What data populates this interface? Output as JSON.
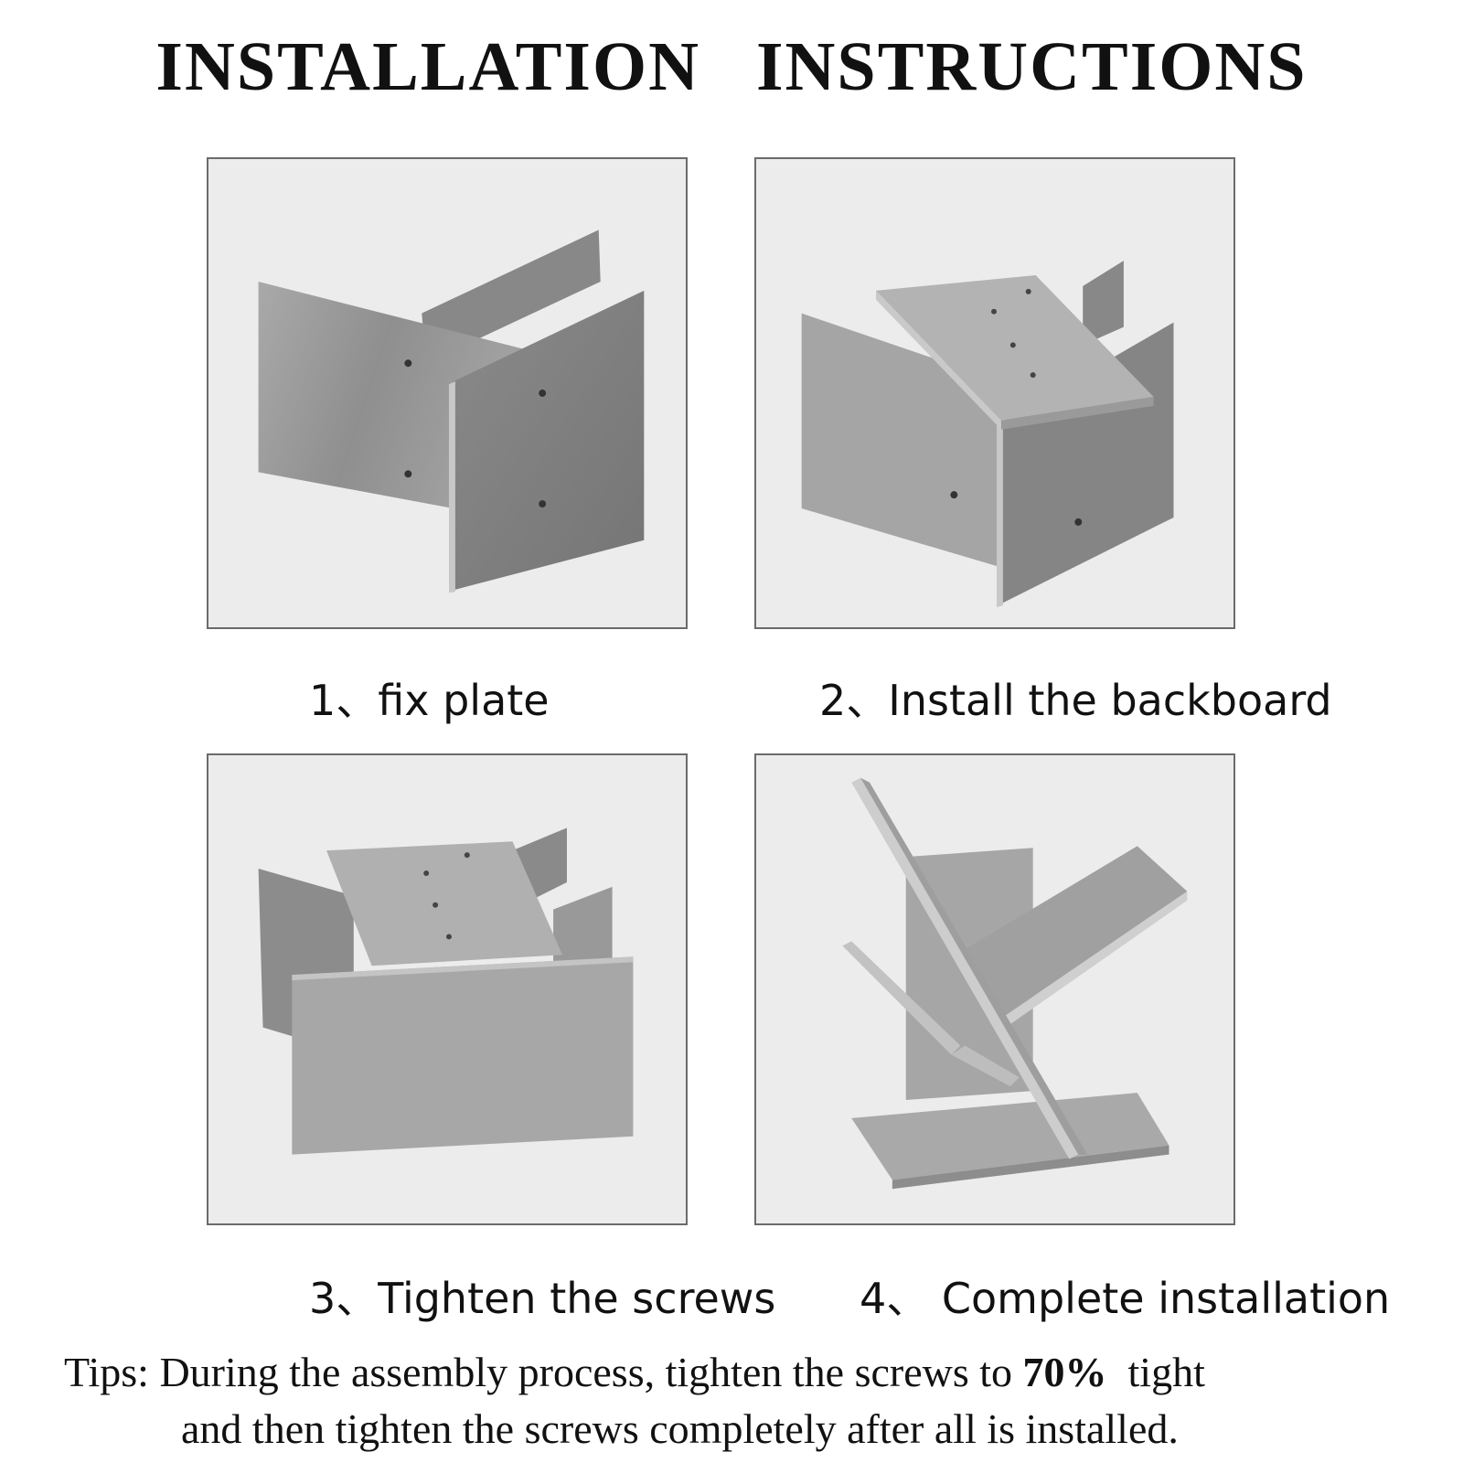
{
  "title": "INSTALLATION   INSTRUCTIONS",
  "steps": [
    {
      "caption": "1、fix plate"
    },
    {
      "caption": "2、Install the backboard"
    },
    {
      "caption": "3、Tighten the screws"
    },
    {
      "caption": "4、 Complete installation"
    }
  ],
  "tips": {
    "prefix": "Tips: During the assembly process, tighten the screws to ",
    "highlight": "70%",
    "suffix": "  tight",
    "line2": "and then tighten the screws completely after all is installed."
  },
  "colors": {
    "panel_bg": "#ececec",
    "panel_border": "#6b6b6b",
    "wood_light": "#b5b5b5",
    "wood_mid": "#9a9a9a",
    "wood_dark": "#7d7d7d"
  }
}
